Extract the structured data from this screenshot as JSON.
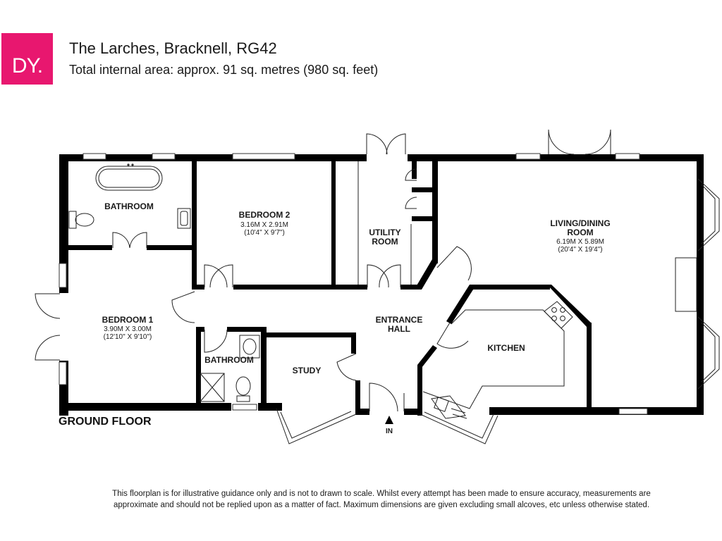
{
  "header": {
    "logo_text": "DY.",
    "brand_color": "#e8176f",
    "title": "The Larches, Bracknell, RG42",
    "subtitle": "Total internal area: approx. 91 sq. metres (980 sq. feet)"
  },
  "plan": {
    "floor_label": "GROUND FLOOR",
    "entrance_label": "IN",
    "rooms": {
      "bathroom_top": {
        "name": "BATHROOM"
      },
      "bedroom2": {
        "name": "BEDROOM 2",
        "dim_m": "3.16M X 2.91M",
        "dim_ft": "(10'4\" X 9'7\")"
      },
      "utility": {
        "name_line1": "UTILITY",
        "name_line2": "ROOM"
      },
      "living": {
        "name_line1": "LIVING/DINING",
        "name_line2": "ROOM",
        "dim_m": "6.19M X 5.89M",
        "dim_ft": "(20'4\" X 19'4\")"
      },
      "bedroom1": {
        "name": "BEDROOM 1",
        "dim_m": "3.90M X 3.00M",
        "dim_ft": "(12'10\" X 9'10\")"
      },
      "hall": {
        "name_line1": "ENTRANCE",
        "name_line2": "HALL"
      },
      "kitchen": {
        "name": "KITCHEN"
      },
      "bathroom_bottom": {
        "name": "BATHROOM"
      },
      "study": {
        "name": "STUDY"
      }
    }
  },
  "disclaimer": {
    "line1": "This floorplan is for illustrative guidance only and is not to drawn to scale. Whilst every attempt has been made to ensure accuracy, measurements are",
    "line2": "approximate and should not be replied upon as a matter of fact. Maximum dimensions are given excluding small alcoves, etc unless otherwise stated."
  }
}
